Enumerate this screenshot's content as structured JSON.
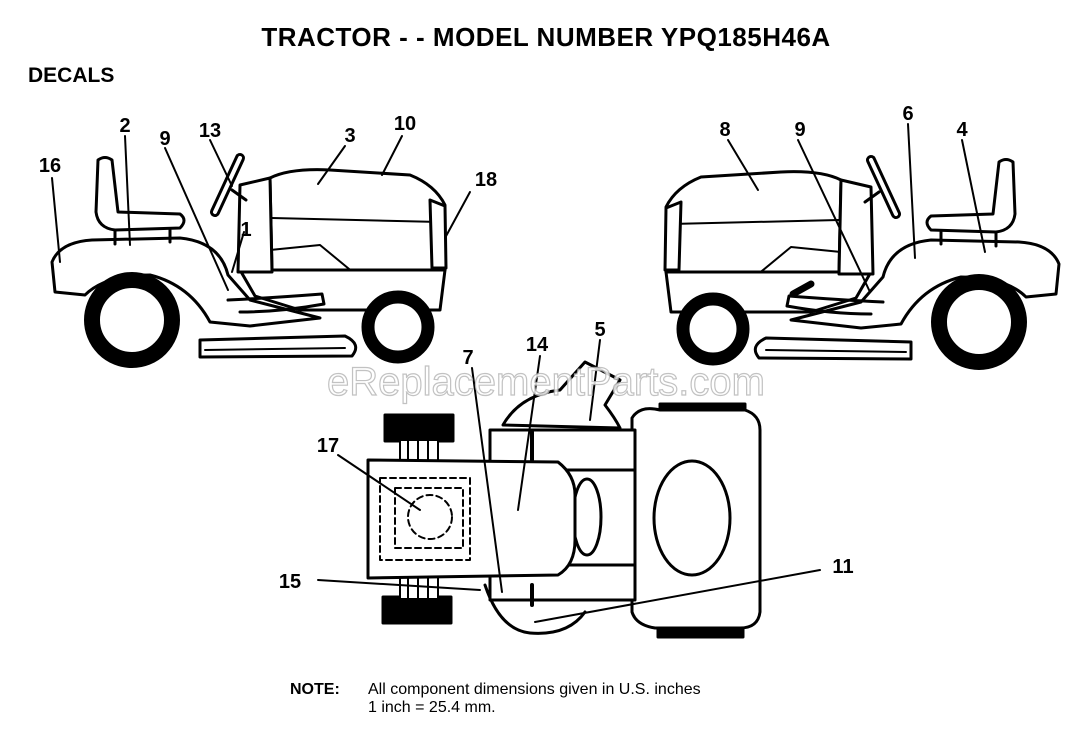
{
  "header": {
    "title": "TRACTOR - - MODEL NUMBER YPQ185H46A",
    "subtitle": "DECALS"
  },
  "watermark": "eReplacementParts.com",
  "callouts": {
    "c1": "1",
    "c2": "2",
    "c3": "3",
    "c4": "4",
    "c5": "5",
    "c6": "6",
    "c7": "7",
    "c8": "8",
    "c9a": "9",
    "c9b": "9",
    "c10": "10",
    "c11": "11",
    "c13": "13",
    "c14": "14",
    "c15": "15",
    "c16": "16",
    "c17": "17",
    "c18": "18"
  },
  "note": {
    "label": "NOTE:",
    "line1": "All component dimensions given in U.S. inches",
    "line2": "1 inch = 25.4 mm."
  }
}
